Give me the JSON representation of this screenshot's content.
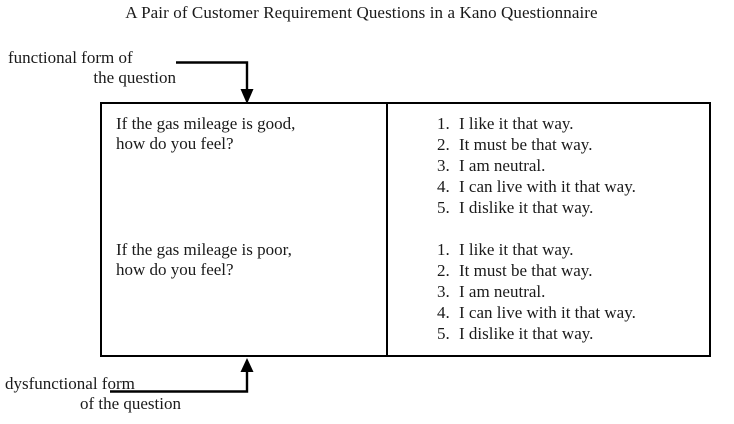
{
  "title": "A Pair of Customer Requirement Questions in a Kano Questionnaire",
  "callouts": {
    "functional": {
      "line1": "functional form of",
      "line2": "the question"
    },
    "dysfunctional": {
      "line1": "dysfunctional form",
      "line2": "of the question"
    }
  },
  "colors": {
    "background": "#ffffff",
    "text": "#1a1a1a",
    "border": "#000000"
  },
  "table": {
    "rows": [
      {
        "question": {
          "line1": "If the gas mileage is good,",
          "line2": "how do you feel?"
        },
        "answers": [
          {
            "num": "1.",
            "text": "I like it that way."
          },
          {
            "num": "2.",
            "text": "It must be that way."
          },
          {
            "num": "3.",
            "text": "I am neutral."
          },
          {
            "num": "4.",
            "text": "I can live with it that way."
          },
          {
            "num": "5.",
            "text": "I dislike it that way."
          }
        ]
      },
      {
        "question": {
          "line1": "If the gas mileage is poor,",
          "line2": "how do you feel?"
        },
        "answers": [
          {
            "num": "1.",
            "text": "I like it that way."
          },
          {
            "num": "2.",
            "text": "It must be that way."
          },
          {
            "num": "3.",
            "text": "I am neutral."
          },
          {
            "num": "4.",
            "text": "I can live with it that way."
          },
          {
            "num": "5.",
            "text": "I dislike it that way."
          }
        ]
      }
    ]
  }
}
